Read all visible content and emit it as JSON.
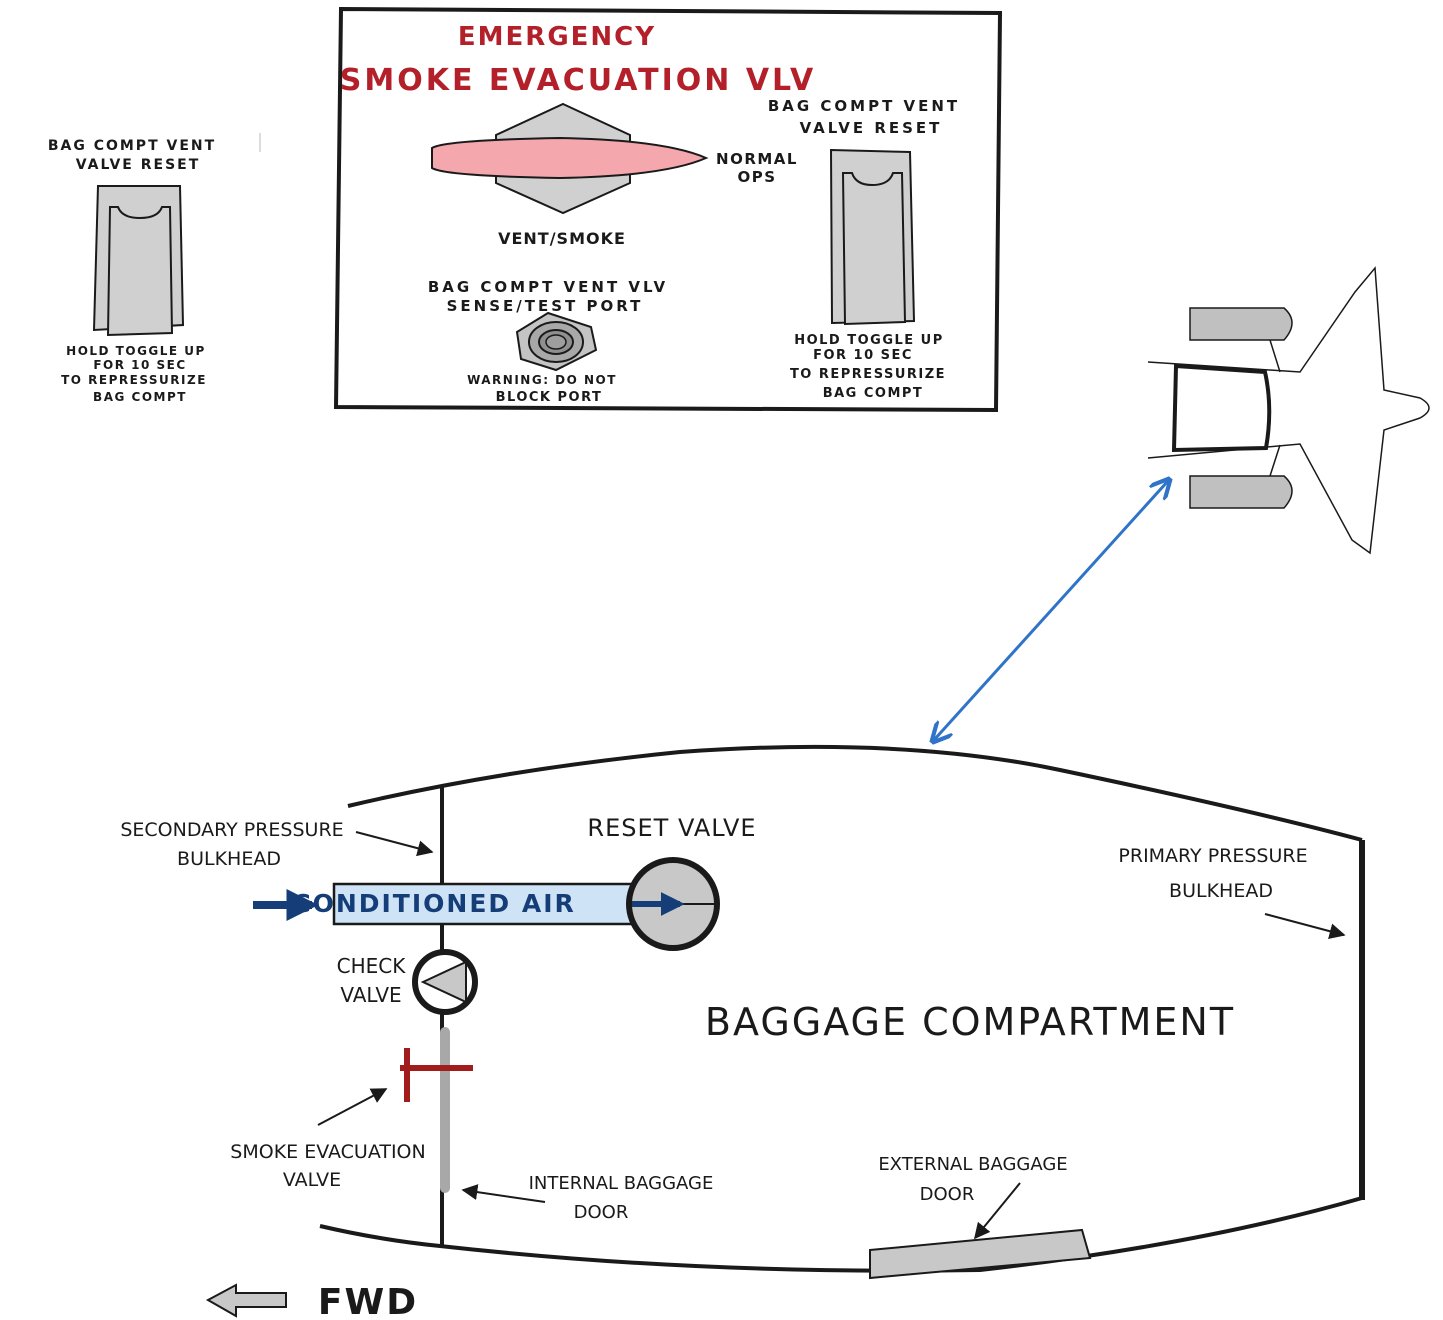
{
  "colors": {
    "ink": "#1a1a1a",
    "panel_red": "#b3202a",
    "switch_gray": "#d0d0d0",
    "valve_pink": "#f4a7ad",
    "air_blue": "#cfe3f6",
    "air_text": "#153e78",
    "link_arrow": "#2f74c8",
    "smoke_valve_red": "#a31c1c",
    "door_gray": "#c8c8c8"
  },
  "left_switch": {
    "label_line1": "BAG COMPT VENT",
    "label_line2": "VALVE RESET",
    "note_line1": "HOLD TOGGLE UP",
    "note_line2": "FOR 10 SEC",
    "note_line3": "TO REPRESSURIZE",
    "note_line4": "BAG COMPT"
  },
  "panel": {
    "title_line1": "EMERGENCY",
    "title_line2": "SMOKE EVACUATION VLV",
    "knob_right_label_line1": "NORMAL",
    "knob_right_label_line2": "OPS",
    "knob_bottom_label": "VENT/SMOKE",
    "port_label_line1": "BAG COMPT VENT VLV",
    "port_label_line2": "SENSE/TEST PORT",
    "port_warning_line1": "WARNING: DO NOT",
    "port_warning_line2": "BLOCK PORT",
    "switch_label_line1": "BAG COMPT VENT",
    "switch_label_line2": "VALVE RESET",
    "switch_note_line1": "HOLD TOGGLE UP",
    "switch_note_line2": "FOR 10 SEC",
    "switch_note_line3": "TO REPRESSURIZE",
    "switch_note_line4": "BAG COMPT"
  },
  "compartment": {
    "reset_valve": "RESET VALVE",
    "secondary_bulkhead_line1": "SECONDARY PRESSURE",
    "secondary_bulkhead_line2": "BULKHEAD",
    "conditioned_air": "CONDITIONED AIR",
    "check_valve_line1": "CHECK",
    "check_valve_line2": "VALVE",
    "primary_bulkhead_line1": "PRIMARY PRESSURE",
    "primary_bulkhead_line2": "BULKHEAD",
    "baggage_compartment": "BAGGAGE COMPARTMENT",
    "smoke_evac_line1": "SMOKE EVACUATION",
    "smoke_evac_line2": "VALVE",
    "internal_door_line1": "INTERNAL BAGGAGE",
    "internal_door_line2": "DOOR",
    "external_door_line1": "EXTERNAL BAGGAGE",
    "external_door_line2": "DOOR"
  },
  "direction": {
    "label": "FWD"
  }
}
